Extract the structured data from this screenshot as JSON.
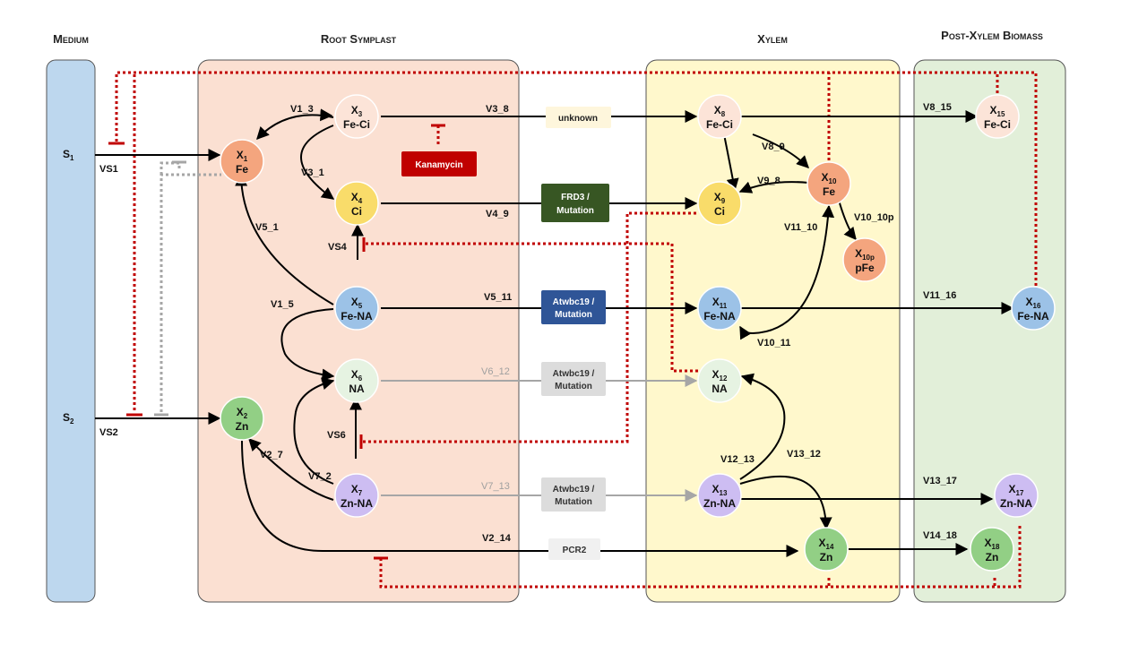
{
  "headers": {
    "medium": "Medium",
    "root_symplast": "Root Symplast",
    "xylem": "Xylem",
    "post_xylem": "Post-Xylem Biomass"
  },
  "sources": [
    {
      "id": "S1",
      "letter": "S",
      "sub": "1"
    },
    {
      "id": "S2",
      "letter": "S",
      "sub": "2"
    }
  ],
  "nodes": [
    {
      "id": "X1",
      "sub": "1",
      "name": "Fe",
      "color": "#f4a57e"
    },
    {
      "id": "X2",
      "sub": "2",
      "name": "Zn",
      "color": "#92cf85"
    },
    {
      "id": "X3",
      "sub": "3",
      "name": "Fe-Ci",
      "color": "#fce4d8"
    },
    {
      "id": "X4",
      "sub": "4",
      "name": "Ci",
      "color": "#f9dc6a"
    },
    {
      "id": "X5",
      "sub": "5",
      "name": "Fe-NA",
      "color": "#9cc2e7"
    },
    {
      "id": "X6",
      "sub": "6",
      "name": "NA",
      "color": "#e6f3e2"
    },
    {
      "id": "X7",
      "sub": "7",
      "name": "Zn-NA",
      "color": "#cdbdf2"
    },
    {
      "id": "X8",
      "sub": "8",
      "name": "Fe-Ci",
      "color": "#fce4d8"
    },
    {
      "id": "X9",
      "sub": "9",
      "name": "Ci",
      "color": "#f9dc6a"
    },
    {
      "id": "X10",
      "sub": "10",
      "name": "Fe",
      "color": "#f4a57e"
    },
    {
      "id": "X10p",
      "sub": "10p",
      "name": "pFe",
      "color": "#f4a57e"
    },
    {
      "id": "X11",
      "sub": "11",
      "name": "Fe-NA",
      "color": "#9cc2e7"
    },
    {
      "id": "X12",
      "sub": "12",
      "name": "NA",
      "color": "#e6f3e2"
    },
    {
      "id": "X13",
      "sub": "13",
      "name": "Zn-NA",
      "color": "#cdbdf2"
    },
    {
      "id": "X14",
      "sub": "14",
      "name": "Zn",
      "color": "#92cf85"
    },
    {
      "id": "X15",
      "sub": "15",
      "name": "Fe-Ci",
      "color": "#fce4d8"
    },
    {
      "id": "X16",
      "sub": "16",
      "name": "Fe-NA",
      "color": "#9cc2e7"
    },
    {
      "id": "X17",
      "sub": "17",
      "name": "Zn-NA",
      "color": "#cdbdf2"
    },
    {
      "id": "X18",
      "sub": "18",
      "name": "Zn",
      "color": "#92cf85"
    }
  ],
  "flux_labels": [
    "VS1",
    "VS2",
    "V1_3",
    "V3_1",
    "V5_1",
    "V1_5",
    "VS4",
    "V3_8",
    "V4_9",
    "V5_11",
    "V6_12",
    "V7_13",
    "V2_14",
    "V2_7",
    "V7_2",
    "VS6",
    "V8_9",
    "V9_8",
    "V10_10p",
    "V11_10",
    "V10_11",
    "V12_13",
    "V13_12",
    "V8_15",
    "V11_16",
    "V13_17",
    "V14_18"
  ],
  "boxes": [
    {
      "id": "kanamycin",
      "text": "Kanamycin",
      "bg": "#c00000",
      "fg": "#ffffff"
    },
    {
      "id": "unknown",
      "text": "unknown",
      "bg": "#fef6dc",
      "fg": "#222222"
    },
    {
      "id": "frd3",
      "line1": "FRD3 /",
      "line2": "Mutation",
      "bg": "#375623",
      "fg": "#ffffff"
    },
    {
      "id": "atwbc19_a",
      "line1": "Atwbc19 /",
      "line2": "Mutation",
      "bg": "#2f5597",
      "fg": "#ffffff"
    },
    {
      "id": "atwbc19_b",
      "line1": "Atwbc19 /",
      "line2": "Mutation",
      "bg": "#dcdcdc",
      "fg": "#333333"
    },
    {
      "id": "atwbc19_c",
      "line1": "Atwbc19 /",
      "line2": "Mutation",
      "bg": "#dcdcdc",
      "fg": "#333333"
    },
    {
      "id": "pcr2",
      "text": "PCR2",
      "bg": "#f0f0f0",
      "fg": "#333333"
    }
  ],
  "colors": {
    "medium": "#bdd7ee",
    "root": "#fbe0d2",
    "xylem": "#fff8cc",
    "post": "#e2efd9",
    "inhibit_red": "#c00000",
    "inhibit_grey": "#a6a6a6"
  }
}
